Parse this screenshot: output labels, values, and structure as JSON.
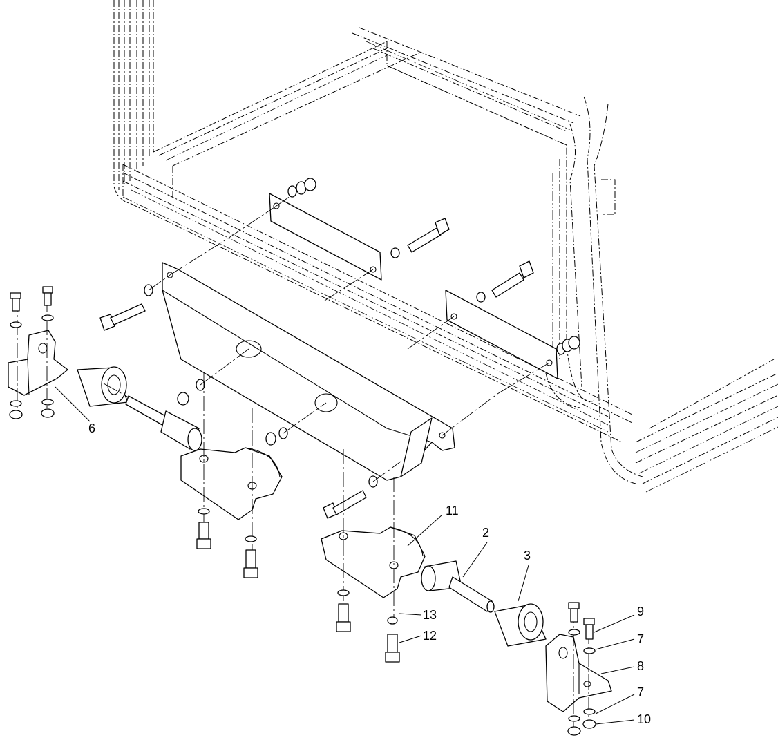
{
  "callouts": {
    "c2": "2",
    "c3": "3",
    "c6": "6",
    "c7a": "7",
    "c7b": "7",
    "c8": "8",
    "c9": "9",
    "c10": "10",
    "c11": "11",
    "c12": "12",
    "c13": "13"
  }
}
